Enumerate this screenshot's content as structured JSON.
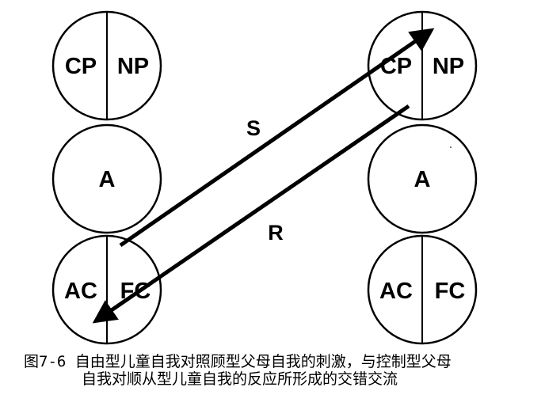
{
  "left_person": {
    "parent": {
      "left": "CP",
      "right": "NP"
    },
    "adult": "A",
    "child": {
      "left": "AC",
      "right": "FC"
    }
  },
  "right_person": {
    "parent": {
      "left": "CP",
      "right": "NP"
    },
    "adult": "A",
    "child": {
      "left": "AC",
      "right": "FC"
    }
  },
  "transactions": {
    "stimulus": "S",
    "response": "R"
  },
  "caption": {
    "line1": "图7-6 自由型儿童自我对照顾型父母自我的刺激，与控制型父母",
    "line2": "自我对顺从型儿童自我的反应所形成的交错交流"
  }
}
